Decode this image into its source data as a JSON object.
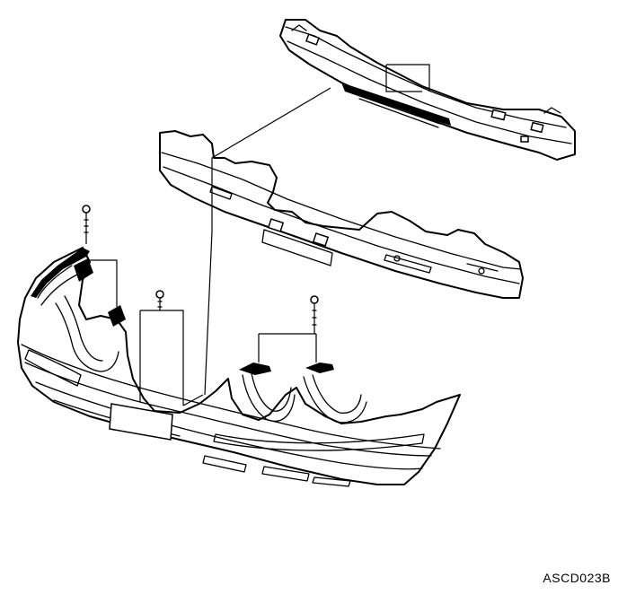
{
  "figure": {
    "code": "ASCD023B",
    "components": [
      "upper-reinforcement",
      "energy-absorber",
      "bumper-fascia",
      "fasteners",
      "clips"
    ]
  }
}
